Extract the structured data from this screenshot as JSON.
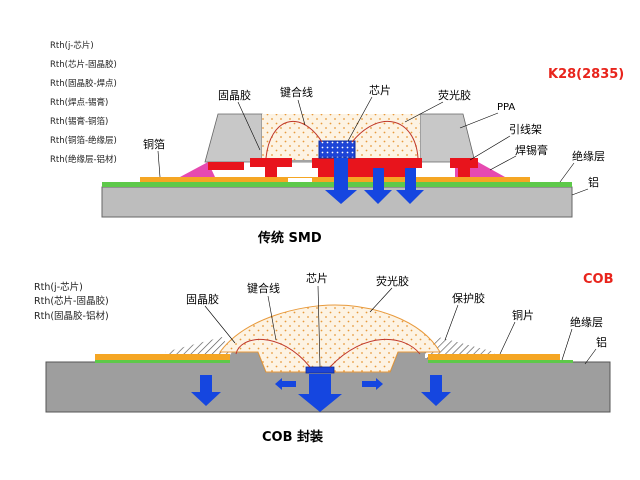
{
  "smd": {
    "title": "K28(2835)",
    "caption": "传统 SMD",
    "rth": [
      "Rth(j-芯片)",
      "Rth(芯片-固晶胶)",
      "Rth(固晶胶-焊点)",
      "Rth(焊点-锡膏)",
      "Rth(锡膏-铜箔)",
      "Rth(铜箔-绝缘层)",
      "Rth(绝缘层-铝材)"
    ],
    "labels": {
      "die_attach": "固晶胶",
      "bond_wire": "键合线",
      "chip": "芯片",
      "phosphor": "荧光胶",
      "ppa": "PPA",
      "lead_frame": "引线架",
      "solder_paste": "焊锡膏",
      "copper_foil": "铜箔",
      "insulation": "绝缘层",
      "aluminum": "铝"
    }
  },
  "cob": {
    "title": "COB",
    "caption": "COB 封装",
    "rth": [
      "Rth(j-芯片)",
      "Rth(芯片-固晶胶)",
      "Rth(固晶胶-铝材)"
    ],
    "labels": {
      "die_attach": "固晶胶",
      "bond_wire": "键合线",
      "chip": "芯片",
      "phosphor": "荧光胶",
      "protective": "保护胶",
      "copper": "铜片",
      "insulation": "绝缘层",
      "aluminum": "铝"
    }
  },
  "colors": {
    "aluminum": "#bdbdbd",
    "insulation": "#5ec94a",
    "copper": "#f5a623",
    "solder": "#e64ab0",
    "lead_frame": "#e8141c",
    "chip": "#1d44d6",
    "arrow": "#1546e0",
    "title": "#e8241c"
  }
}
